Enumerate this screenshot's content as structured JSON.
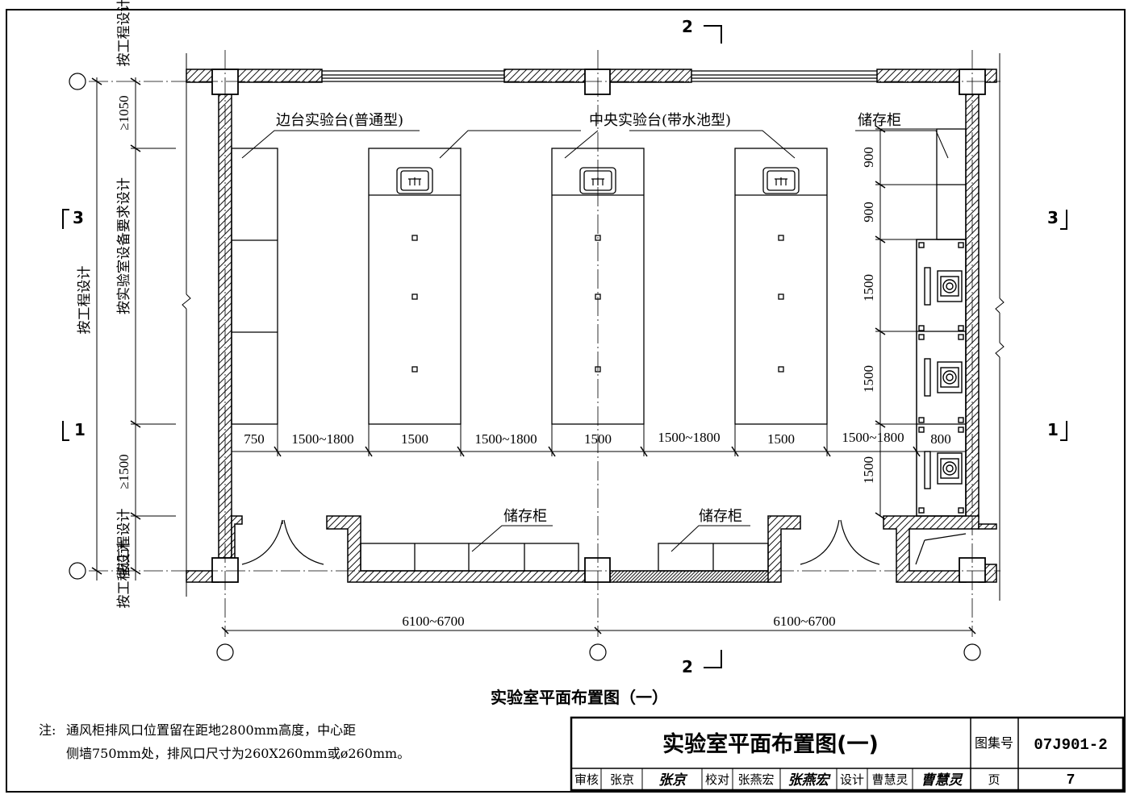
{
  "drawing": {
    "title": "实验室平面布置图（一）",
    "section_marks": {
      "top": "2",
      "bottom": "2",
      "left_upper": "3",
      "left_lower": "1",
      "right_upper": "3",
      "right_lower": "1"
    },
    "labels": {
      "side_bench": "边台实验台(普通型)",
      "center_bench": "中央实验台(带水池型)",
      "storage_right": "储存柜",
      "storage_bottom_left": "储存柜",
      "storage_bottom_right": "储存柜"
    },
    "left_dims": {
      "top_by_design": "按工程设计",
      "dim_1050": "≥1050",
      "by_equipment": "按实验室设备要求设计",
      "dim_1500": "≥1500",
      "bottom_by_design": "按工程设计",
      "outer_by_design": "按工程设计"
    },
    "row_dims": [
      "750",
      "1500~1800",
      "1500",
      "1500~1800",
      "1500",
      "1500~1800",
      "1500",
      "1500~1800",
      "800"
    ],
    "right_dims": [
      "900",
      "900",
      "1500",
      "1500",
      "1500"
    ],
    "bottom_dims": [
      "6100~6700",
      "6100~6700"
    ]
  },
  "note": {
    "prefix": "注:",
    "line1": "通风柜排风口位置留在距地2800mm高度，中心距",
    "line2": "侧墙750mm处，排风口尺寸为260X260mm或ø260mm。"
  },
  "title_block": {
    "title": "实验室平面布置图(一)",
    "atlas_label": "图集号",
    "atlas_no": "07J901-2",
    "review_label": "审核",
    "reviewer": "张京",
    "reviewer_sig": "张京",
    "check_label": "校对",
    "checker": "张燕宏",
    "checker_sig": "张燕宏",
    "design_label": "设计",
    "designer": "曹慧灵",
    "designer_sig": "曹慧灵",
    "page_label": "页",
    "page_no": "7"
  }
}
